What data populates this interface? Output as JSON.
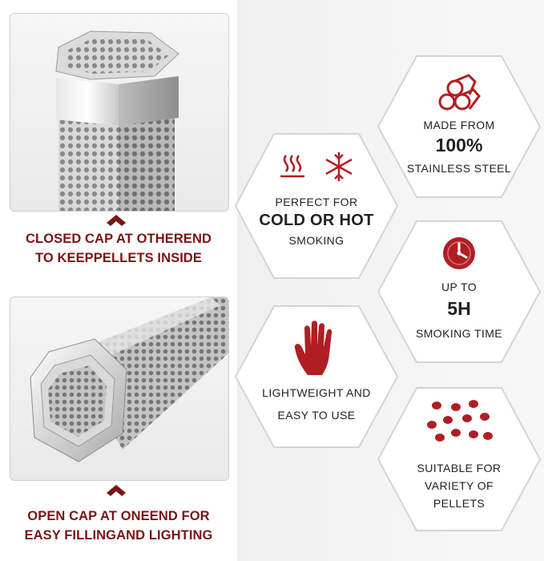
{
  "colors": {
    "accent": "#8b1a1a",
    "icon_red": "#b01e24",
    "caption_red": "#7a1414",
    "text": "#222222"
  },
  "captions": {
    "closed_line1": "CLOSED CAP AT OTHEREND",
    "closed_line2": "TO KEEPPELLETS INSIDE",
    "open_line1": "OPEN CAP AT ONEEND FOR",
    "open_line2": "EASY FILLINGAND LIGHTING"
  },
  "features": {
    "material": {
      "icon": "wood-logs-icon",
      "line1": "MADE FROM",
      "line2": "100%",
      "line3": "STAINLESS STEEL"
    },
    "temperature": {
      "icon": "heat-and-snowflake-icon",
      "line1": "PERFECT FOR",
      "line2": "COLD OR HOT",
      "line3": "SMOKING"
    },
    "time": {
      "icon": "clock-icon",
      "line1": "UP TO",
      "line2": "5H",
      "line3": "SMOKING TIME"
    },
    "weight": {
      "icon": "hand-icon",
      "line1": "LIGHTWEIGHT AND",
      "line2": "EASY TO USE"
    },
    "pellets": {
      "icon": "pellets-icon",
      "line1": "SUITABLE FOR",
      "line2": "VARIETY OF",
      "line3": "PELLETS"
    }
  }
}
